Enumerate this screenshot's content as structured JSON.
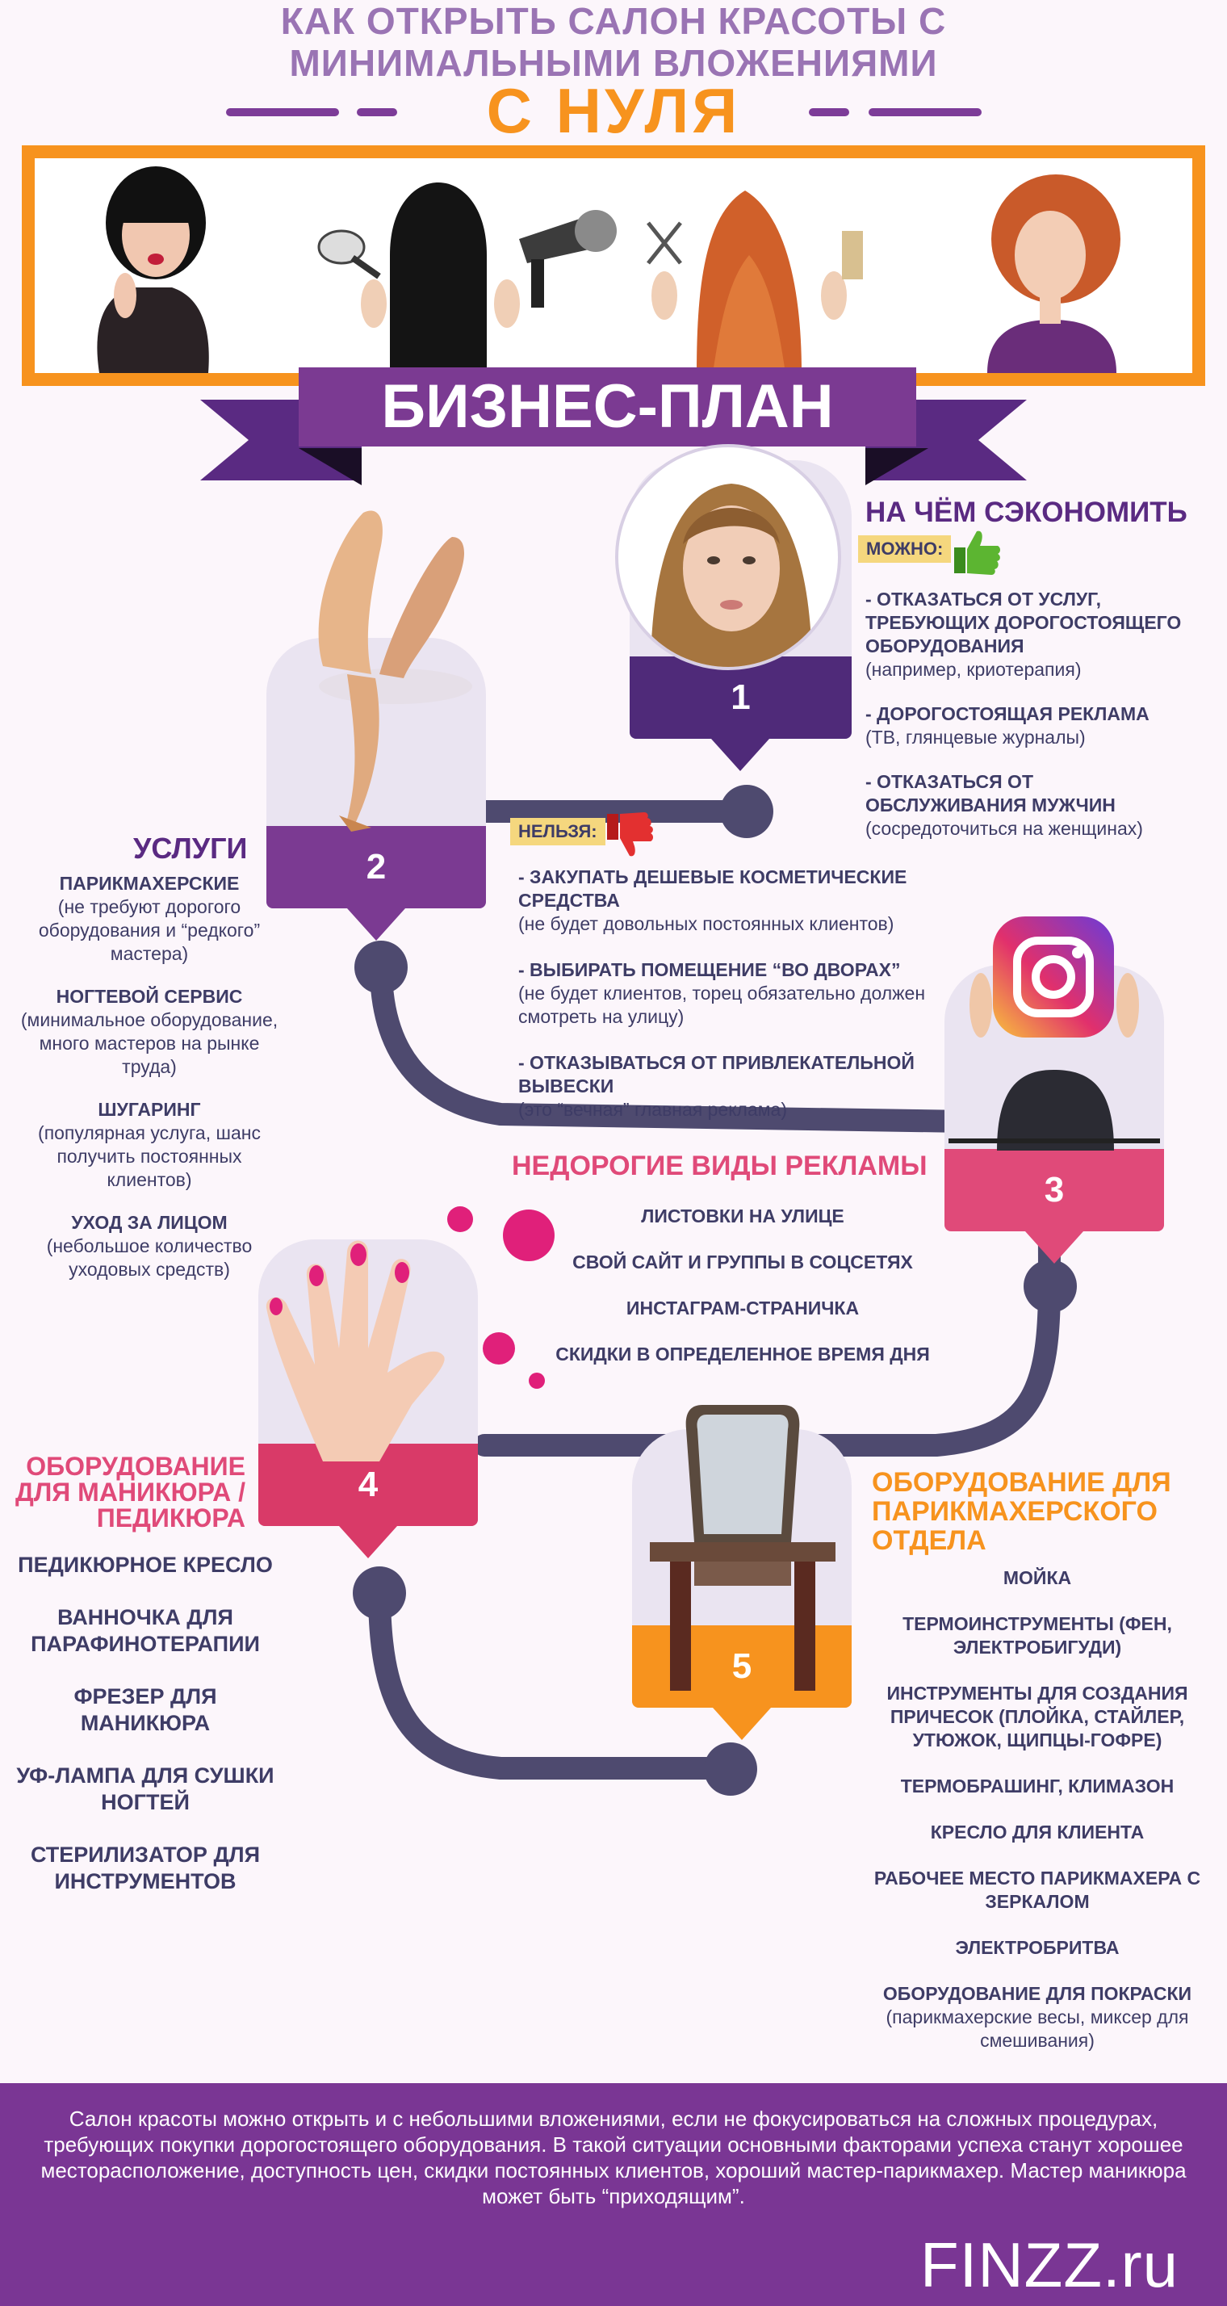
{
  "header": {
    "title_line1": "КАК ОТКРЫТЬ САЛОН КРАСОТЫ С",
    "title_line2": "МИНИМАЛЬНЫМИ ВЛОЖЕНИЯМИ",
    "title_line3": "С НУЛЯ"
  },
  "banner": "БИЗНЕС-ПЛАН",
  "step1": {
    "number": "1",
    "title": "НА ЧЁМ СЭКОНОМИТЬ",
    "can_label": "МОЖНО:",
    "items": [
      {
        "head": "- ОТКАЗАТЬСЯ ОТ УСЛУГ, ТРЕБУЮЩИХ ДОРОГОСТОЯЩЕГО ОБОРУДОВАНИЯ",
        "note": "(например, криотерапия)"
      },
      {
        "head": "- ДОРОГОСТОЯЩАЯ РЕКЛАМА",
        "note": "(ТВ, глянцевые журналы)"
      },
      {
        "head": "- ОТКАЗАТЬСЯ ОТ ОБСЛУЖИВАНИЯ МУЖЧИН",
        "note": "(сосредоточиться на женщинах)"
      }
    ],
    "cannot_label": "НЕЛЬЗЯ:",
    "cannot_items": [
      {
        "head": "- ЗАКУПАТЬ ДЕШЕВЫЕ КОСМЕТИЧЕСКИЕ СРЕДСТВА",
        "note": "(не будет довольных постоянных клиентов)"
      },
      {
        "head": "- ВЫБИРАТЬ ПОМЕЩЕНИЕ “ВО ДВОРАХ”",
        "note": "(не будет клиентов, торец обязательно должен смотреть на улицу)"
      },
      {
        "head": "- ОТКАЗЫВАТЬСЯ ОТ ПРИВЛЕКАТЕЛЬНОЙ ВЫВЕСКИ",
        "note": "(это “вечная” главная реклама)"
      }
    ]
  },
  "step2": {
    "number": "2",
    "title": "УСЛУГИ",
    "items": [
      {
        "head": "ПАРИКМАХЕРСКИЕ",
        "note": "(не требуют дорогого оборудования и “редкого” мастера)"
      },
      {
        "head": "НОГТЕВОЙ СЕРВИС",
        "note": "(минимальное оборудование, много мастеров на рынке труда)"
      },
      {
        "head": "ШУГАРИНГ",
        "note": "(популярная услуга, шанс получить постоянных клиентов)"
      },
      {
        "head": "УХОД ЗА ЛИЦОМ",
        "note": "(небольшое количество уходовых средств)"
      }
    ]
  },
  "step3": {
    "number": "3",
    "title": "НЕДОРОГИЕ ВИДЫ РЕКЛАМЫ",
    "items": [
      "ЛИСТОВКИ НА УЛИЦЕ",
      "СВОЙ САЙТ И ГРУППЫ В СОЦСЕТЯХ",
      "ИНСТАГРАМ-СТРАНИЧКА",
      "СКИДКИ В ОПРЕДЕЛЕННОЕ ВРЕМЯ ДНЯ"
    ]
  },
  "step4": {
    "number": "4",
    "title": "ОБОРУДОВАНИЕ ДЛЯ МАНИКЮРА / ПЕДИКЮРА",
    "items": [
      "ПЕДИКЮРНОЕ КРЕСЛО",
      "ВАННОЧКА ДЛЯ ПАРАФИНОТЕРАПИИ",
      "ФРЕЗЕР ДЛЯ МАНИКЮРА",
      "УФ-ЛАМПА ДЛЯ СУШКИ НОГТЕЙ",
      "СТЕРИЛИЗАТОР ДЛЯ ИНСТРУМЕНТОВ"
    ]
  },
  "step5": {
    "number": "5",
    "title": "ОБОРУДОВАНИЕ ДЛЯ ПАРИКМАХЕРСКОГО ОТДЕЛА",
    "items": [
      "МОЙКА",
      "ТЕРМОИНСТРУМЕНТЫ (ФЕН, ЭЛЕКТРОБИГУДИ)",
      "ИНСТРУМЕНТЫ ДЛЯ СОЗДАНИЯ ПРИЧЕСОК (ПЛОЙКА, СТАЙЛЕР, УТЮЖОК, ЩИПЦЫ-ГОФРЕ)",
      "ТЕРМОБРАШИНГ, КЛИМАЗОН",
      "КРЕСЛО ДЛЯ КЛИЕНТА",
      "РАБОЧЕЕ МЕСТО ПАРИКМАХЕРА С ЗЕРКАЛОМ",
      "ЭЛЕКТРОБРИТВА"
    ],
    "last_head": "ОБОРУДОВАНИЕ ДЛЯ ПОКРАСКИ",
    "last_note": "(парикмахерские весы, миксер для смешивания)"
  },
  "footer": {
    "text": "Салон красоты можно открыть и с небольшими вложениями, если не фокусироваться на сложных процедурах, требующих покупки дорогостоящего оборудования. В такой ситуации основными факторами успеха станут хорошее месторасположение, доступность цен, скидки постоянных клиентов, хороший мастер-парикмахер. Мастер маникюра может быть “приходящим”.",
    "logo": "FINZZ.ru"
  },
  "colors": {
    "purple": "#7b3a92",
    "orange": "#f7931e",
    "pink": "#e04a79",
    "dark": "#4e4a6f"
  },
  "icons": [
    "thumb-up-icon",
    "thumb-down-icon",
    "instagram-icon"
  ]
}
